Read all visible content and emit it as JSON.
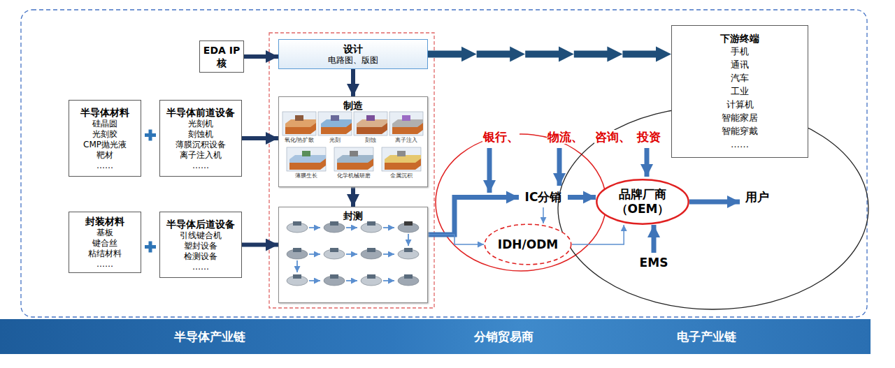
{
  "diagram": {
    "nodes": [
      {
        "text": [
          "EDA IP核"
        ]
      },
      {
        "text": [
          "设计",
          "电路图、版图"
        ]
      },
      {
        "text": [
          "半导体材料",
          "硅晶圆 光刻胶 CMP抛光液 靶材 ……"
        ]
      },
      {
        "text": [
          "半导体前道设备",
          "光刻机 刻蚀机 薄膜沉积设备 离子注入机 ……"
        ]
      },
      {
        "text": [
          "制造"
        ]
      },
      {
        "text": [
          "封装材料",
          "基板 键合丝 粘结材料 ……"
        ]
      },
      {
        "text": [
          "半导体后道设备",
          "引线键合机 塑封设备 检测设备 ……"
        ]
      },
      {
        "text": [
          "封测"
        ]
      },
      {
        "text": [
          "下游终端",
          "手机 通讯 汽车 工业 计算机 智能家居 智能穿戴 ……"
        ]
      },
      {
        "text": [
          "IC分销"
        ]
      },
      {
        "text": [
          "品牌厂商 （OEM）"
        ]
      },
      {
        "text": [
          "用户"
        ]
      },
      {
        "text": [
          "IDH/ODM"
        ]
      },
      {
        "text": [
          "EMS"
        ]
      },
      {
        "text": [
          "半导体产业链",
          "分销贸易商",
          "电子产业链"
        ]
      }
    ],
    "edges": [
      {
        "from": 0,
        "to": 1,
        "arrow": "to"
      },
      {
        "from": 3,
        "to": 4,
        "arrow": "to"
      },
      {
        "from": 6,
        "to": 7,
        "arrow": "to"
      },
      {
        "from": 1,
        "to": 4,
        "arrow": "to"
      },
      {
        "from": 4,
        "to": 7,
        "arrow": "to"
      },
      {
        "from": 1,
        "to": 8,
        "arrow": "to"
      },
      {
        "from": 7,
        "to": 9,
        "arrow": "to"
      },
      {
        "from": 7,
        "to": 12,
        "arrow": "to"
      },
      {
        "from": 9,
        "to": 12,
        "arrow": "to"
      },
      {
        "from": 12,
        "to": 10,
        "arrow": "to"
      },
      {
        "from": 9,
        "to": 10,
        "arrow": "to"
      },
      {
        "from": 10,
        "to": 11,
        "arrow": "to"
      },
      {
        "from": 13,
        "to": 10,
        "arrow": "to"
      }
    ],
    "labels": [
      "银行、",
      "物流、",
      "咨询、",
      "投资",
      "氧化/热扩散",
      "光刻",
      "刻蚀",
      "离子注入",
      "薄膜生长",
      "化学机械研磨",
      "金属沉积"
    ]
  }
}
